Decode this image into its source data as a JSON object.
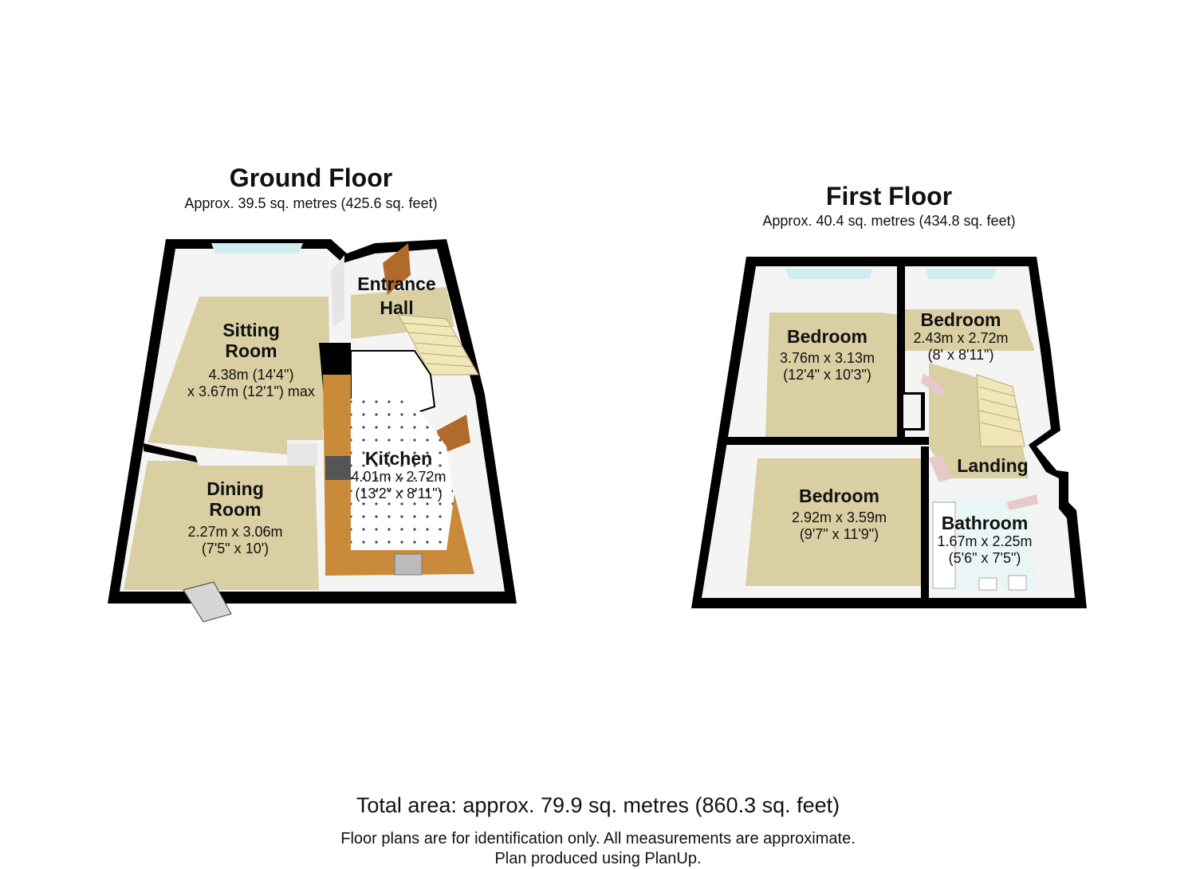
{
  "ground_floor": {
    "title": "Ground Floor",
    "area": "Approx.  39.5 sq. metres (425.6 sq. feet)",
    "rooms": {
      "sitting": {
        "name_line1": "Sitting",
        "name_line2": "Room",
        "dim_line1": "4.38m (14'4\")",
        "dim_line2": "x 3.67m (12'1\") max"
      },
      "dining": {
        "name_line1": "Dining",
        "name_line2": "Room",
        "dim_line1": "2.27m x 3.06m",
        "dim_line2": "(7'5\" x 10')"
      },
      "entrance": {
        "name_line1": "Entrance",
        "name_line2": "Hall"
      },
      "kitchen": {
        "name": "Kitchen",
        "dim_line1": "4.01m x 2.72m",
        "dim_line2": "(13'2\" x 8'11\")"
      }
    }
  },
  "first_floor": {
    "title": "First Floor",
    "area": "Approx.  40.4 sq. metres (434.8 sq. feet)",
    "rooms": {
      "bedroom1": {
        "name": "Bedroom",
        "dim_line1": "3.76m x 3.13m",
        "dim_line2": "(12'4\" x 10'3\")"
      },
      "bedroom2": {
        "name": "Bedroom",
        "dim_line1": "2.43m x 2.72m",
        "dim_line2": "(8' x 8'11\")"
      },
      "bedroom3": {
        "name": "Bedroom",
        "dim_line1": "2.92m x 3.59m",
        "dim_line2": "(9'7\" x 11'9\")"
      },
      "landing": {
        "name": "Landing"
      },
      "bathroom": {
        "name": "Bathroom",
        "dim_line1": "1.67m x 2.25m",
        "dim_line2": "(5'6\" x 7'5\")"
      }
    }
  },
  "footer": {
    "total": "Total area: approx.  79.9 sq. metres (860.3 sq. feet)",
    "note1": "Floor plans are for identification only. All measurements are approximate.",
    "note2": "Plan produced using PlanUp."
  },
  "colors": {
    "wall": "#000000",
    "floor": "#d9cfa2",
    "inner_wall": "#f3f3f3",
    "kitchen_worktop": "#c98a3a",
    "window": "#cfeef0"
  }
}
